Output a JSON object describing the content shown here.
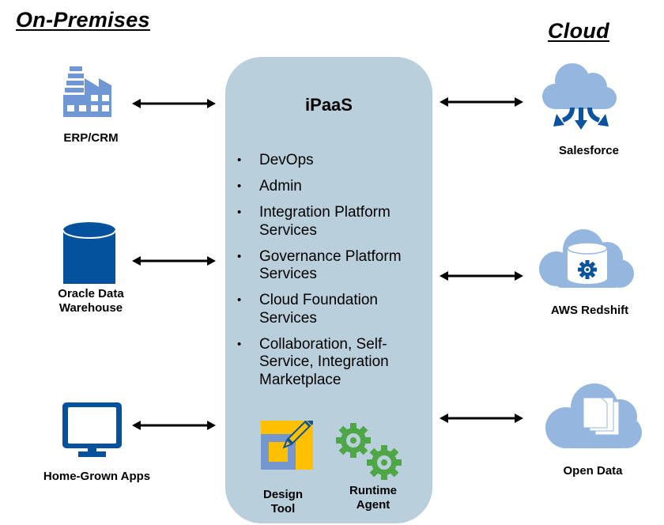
{
  "headings": {
    "on_premises": "On-Premises",
    "cloud": "Cloud"
  },
  "on_premises_systems": [
    {
      "label": "ERP/CRM",
      "icon": "factory-icon"
    },
    {
      "label": "Oracle Data\nWarehouse",
      "label_line1": "Oracle Data",
      "label_line2": "Warehouse",
      "icon": "database-cylinder-icon"
    },
    {
      "label": "Home-Grown Apps",
      "icon": "monitor-icon"
    }
  ],
  "cloud_systems": [
    {
      "label": "Salesforce",
      "icon": "cloud-download-arrows-icon"
    },
    {
      "label": "AWS Redshift",
      "icon": "cloud-database-gear-icon"
    },
    {
      "label": "Open Data",
      "icon": "cloud-documents-icon"
    }
  ],
  "ipaas": {
    "title": "iPaaS",
    "features": [
      {
        "line1": "DevOps",
        "line2": ""
      },
      {
        "line1": "Admin",
        "line2": ""
      },
      {
        "line1": "Integration Platform",
        "line2": "Services"
      },
      {
        "line1": "Governance Platform",
        "line2": "Services"
      },
      {
        "line1": "Cloud Foundation",
        "line2": "Services"
      },
      {
        "line1": "Collaboration, Self-",
        "line2": "Service, Integration",
        "line3": "Marketplace"
      }
    ],
    "tools": [
      {
        "label_line1": "Design",
        "label_line2": "Tool",
        "icon": "pencil-edit-icon"
      },
      {
        "label_line1": "Runtime",
        "label_line2": "Agent",
        "icon": "gears-icon"
      }
    ]
  },
  "colors": {
    "ipaas_box": "#b9cfdc",
    "light_blue_icon": "#6f97d3",
    "cloud_blue": "#95b6df",
    "dark_blue": "#0a539e",
    "yellow": "#ffc000",
    "green": "#4ea647",
    "arrow": "#000000"
  }
}
